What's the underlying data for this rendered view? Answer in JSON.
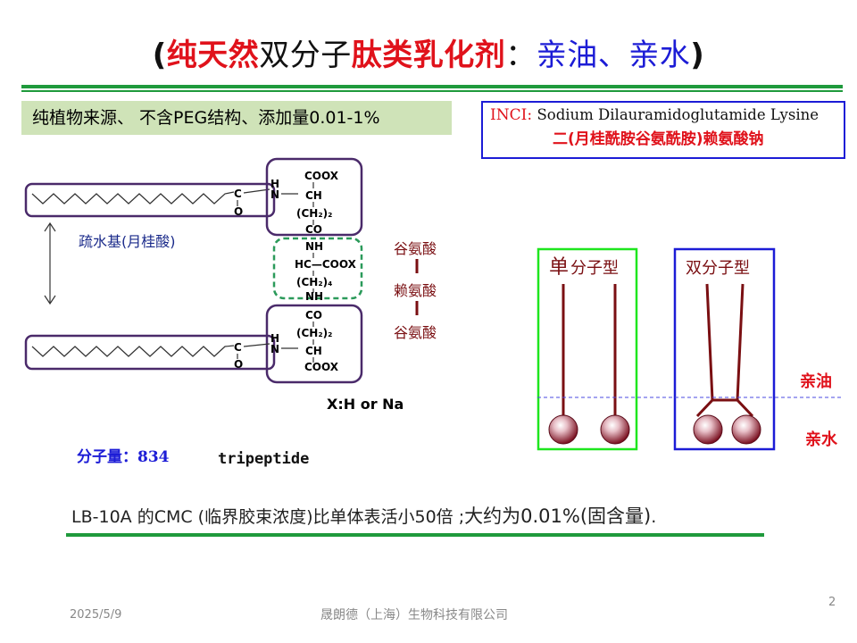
{
  "title": {
    "open_paren": "(",
    "part1": "纯天然",
    "part2": "双分子",
    "part3": "肽类乳化剂",
    "colon": "：",
    "part4": "亲油、亲水",
    "close_paren": ")"
  },
  "source_note": "纯植物来源、 不含PEG结构、添加量0.01-1%",
  "inci": {
    "label": "INCI:",
    "name_en": "Sodium Dilauramidoglutamide Lysine",
    "name_cn": "二(月桂酰胺谷氨酰胺)赖氨酸钠"
  },
  "molecule": {
    "hydrophobic_label": "疏水基(月桂酸)",
    "carbonyl_c": "C",
    "carbonyl_o": "O",
    "top_unit": [
      "COOX",
      "CH",
      "(CH₂)₂",
      "CO"
    ],
    "top_nh": "H\nN",
    "middle_unit": [
      "NH",
      "HC—COOX",
      "(CH₂)₄",
      "NH"
    ],
    "bottom_unit": [
      "CO",
      "(CH₂)₂",
      "CH",
      "COOX"
    ],
    "residue_labels": [
      "谷氨酸",
      "赖氨酸",
      "谷氨酸"
    ],
    "counter_ion": "X:H or Na"
  },
  "molecular_weight": "分子量：834",
  "tripeptide": "tripeptide",
  "cmc_note": {
    "main": "LB-10A   的CMC (临界胶束浓度)比单体表活小50倍 ;",
    "big": "大约为0.01%(固含量)",
    "end": "."
  },
  "diagram": {
    "single_label_big": "单",
    "single_label_rest": "分子型",
    "double_label": "双分子型",
    "lipophilic": "亲油",
    "hydrophilic": "亲水",
    "single_box_color": "#1ee61e",
    "double_box_color": "#1c1cd6"
  },
  "footer": {
    "date": "2025/5/9",
    "company": "晟朗德（上海）生物科技有限公司",
    "page": "2"
  },
  "colors": {
    "accent_red": "#e0121b",
    "accent_blue": "#1c1cd6",
    "rule_green": "#1f9a3c",
    "note_bg": "#cfe3b8",
    "bracket_purple": "#4a2a6a",
    "dashed_green": "#2b9a5a",
    "stick_maroon": "#7a0f12"
  }
}
